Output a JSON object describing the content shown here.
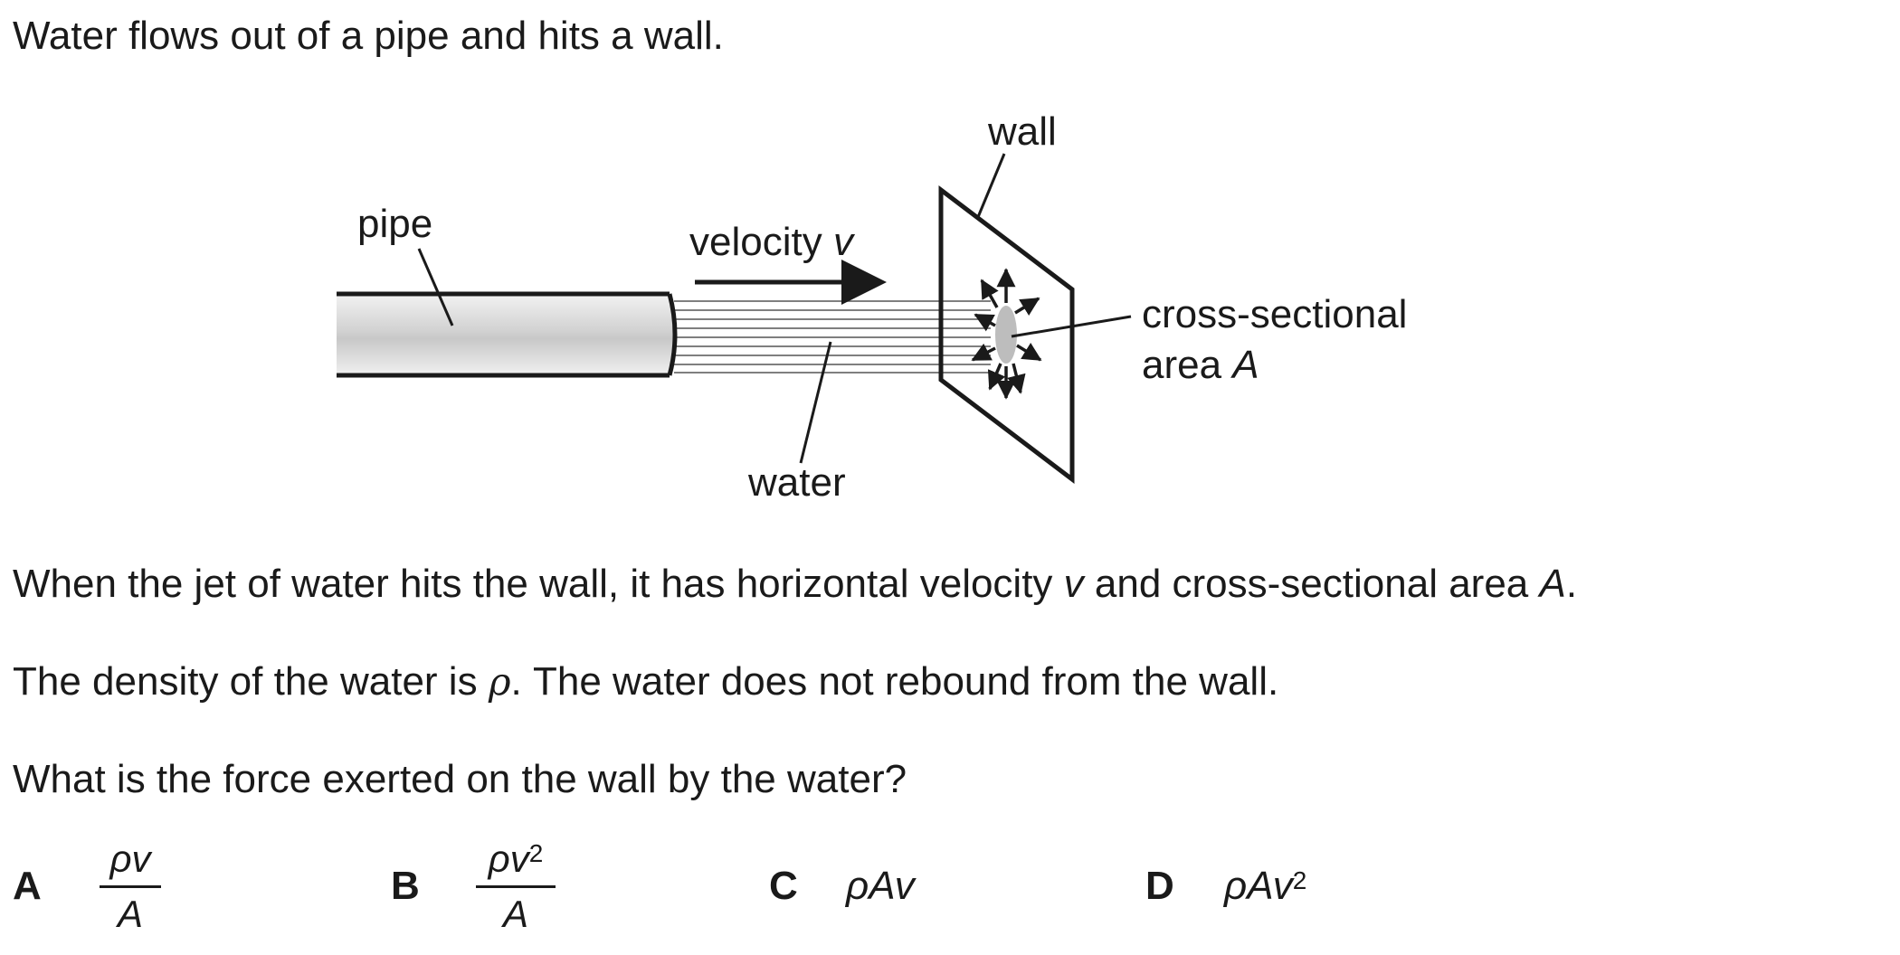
{
  "question": {
    "intro": "Water flows out of a pipe and hits a wall.",
    "statement1_a": "When the jet of water hits the wall, it has horizontal velocity ",
    "statement1_v": "v",
    "statement1_b": " and cross-sectional area ",
    "statement1_A": "A",
    "statement1_c": ".",
    "statement2_a": "The density of the water is ",
    "statement2_rho": "ρ",
    "statement2_b": ". The water does not rebound from the wall.",
    "prompt": "What is the force exerted on the wall by the water?"
  },
  "diagram": {
    "pipe_label": "pipe",
    "velocity_label": "velocity ",
    "velocity_symbol": "v",
    "wall_label": "wall",
    "water_label": "water",
    "area_label_line1": "cross-sectional",
    "area_label_line2": "area ",
    "area_symbol": "A"
  },
  "options": [
    {
      "letter": "A",
      "numerator": "ρv",
      "denominator": "A"
    },
    {
      "letter": "B",
      "numerator": "ρv",
      "numerator_sup": "2",
      "denominator": "A"
    },
    {
      "letter": "C",
      "expression": "ρAv"
    },
    {
      "letter": "D",
      "expression": "ρAv",
      "expression_sup": "2"
    }
  ]
}
